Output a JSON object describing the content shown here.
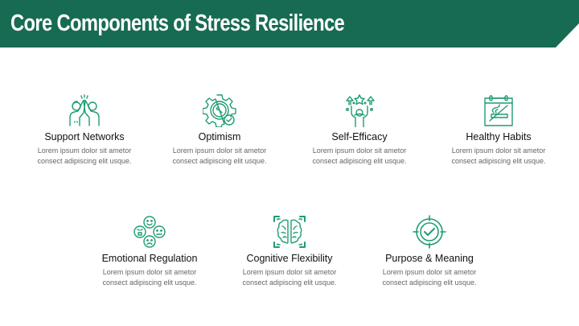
{
  "slide": {
    "title": "Core Components of Stress Resilience",
    "colors": {
      "accent": "#176b52",
      "icon": "#1f9c72",
      "title_text": "#111111",
      "desc_text": "#666666"
    }
  },
  "items": [
    {
      "title": "Support Networks",
      "icon": "high-five-icon",
      "desc_line1": "Lorem ipsum dolor sit ametor",
      "desc_line2": "consect adipiscing elit usque."
    },
    {
      "title": "Optimism",
      "icon": "gear-gauge-check-icon",
      "desc_line1": "Lorem ipsum dolor sit ametor",
      "desc_line2": "consect adipiscing elit usque."
    },
    {
      "title": "Self-Efficacy",
      "icon": "person-stars-icon",
      "desc_line1": "Lorem ipsum dolor sit ametor",
      "desc_line2": "consect adipiscing elit usque."
    },
    {
      "title": "Healthy Habits",
      "icon": "calendar-no-smoking-icon",
      "desc_line1": "Lorem ipsum dolor sit ametor",
      "desc_line2": "consect adipiscing elit usque."
    },
    {
      "title": "Emotional Regulation",
      "icon": "emotion-faces-icon",
      "desc_line1": "Lorem ipsum dolor sit ametor",
      "desc_line2": "consect adipiscing elit usque."
    },
    {
      "title": "Cognitive Flexibility",
      "icon": "brain-scan-icon",
      "desc_line1": "Lorem ipsum dolor sit ametor",
      "desc_line2": "consect adipiscing elit usque."
    },
    {
      "title": "Purpose & Meaning",
      "icon": "target-check-icon",
      "desc_line1": "Lorem ipsum dolor sit ametor",
      "desc_line2": "consect adipiscing elit usque."
    }
  ]
}
